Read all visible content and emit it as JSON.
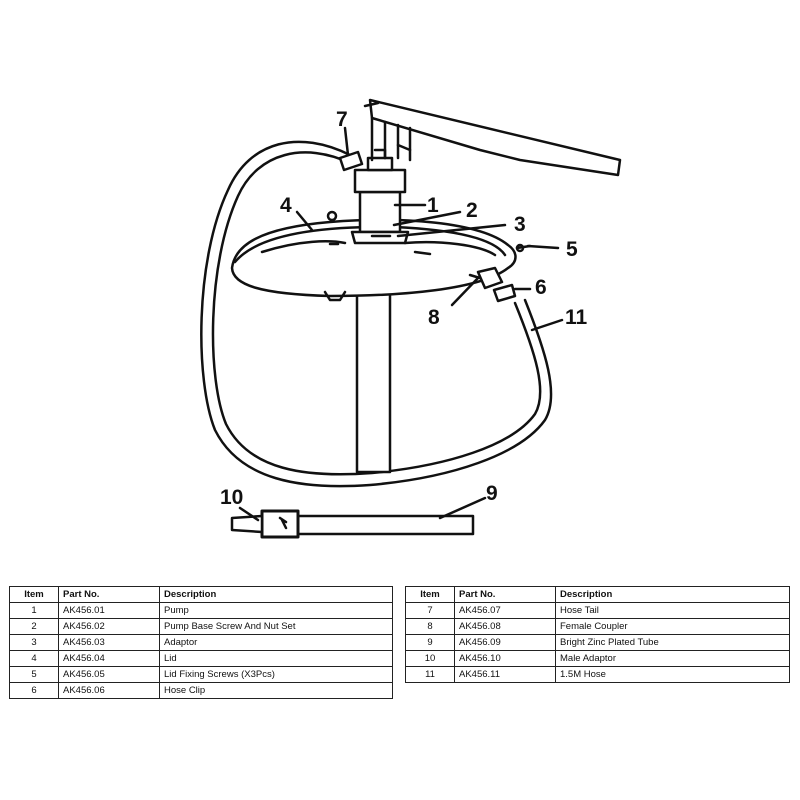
{
  "callouts": [
    "1",
    "2",
    "3",
    "4",
    "5",
    "6",
    "7",
    "8",
    "9",
    "10",
    "11"
  ],
  "table": {
    "headers": {
      "item": "Item",
      "part_no": "Part No.",
      "description": "Description"
    },
    "left_rows": [
      {
        "item": "1",
        "part_no": "AK456.01",
        "description": "Pump"
      },
      {
        "item": "2",
        "part_no": "AK456.02",
        "description": "Pump Base Screw And Nut Set"
      },
      {
        "item": "3",
        "part_no": "AK456.03",
        "description": "Adaptor"
      },
      {
        "item": "4",
        "part_no": "AK456.04",
        "description": "Lid"
      },
      {
        "item": "5",
        "part_no": "AK456.05",
        "description": "Lid Fixing Screws (X3Pcs)"
      },
      {
        "item": "6",
        "part_no": "AK456.06",
        "description": "Hose Clip"
      }
    ],
    "right_rows": [
      {
        "item": "7",
        "part_no": "AK456.07",
        "description": "Hose Tail"
      },
      {
        "item": "8",
        "part_no": "AK456.08",
        "description": "Female Coupler"
      },
      {
        "item": "9",
        "part_no": "AK456.09",
        "description": "Bright Zinc Plated Tube"
      },
      {
        "item": "10",
        "part_no": "AK456.10",
        "description": "Male Adaptor"
      },
      {
        "item": "11",
        "part_no": "AK456.11",
        "description": "1.5M Hose"
      }
    ]
  }
}
